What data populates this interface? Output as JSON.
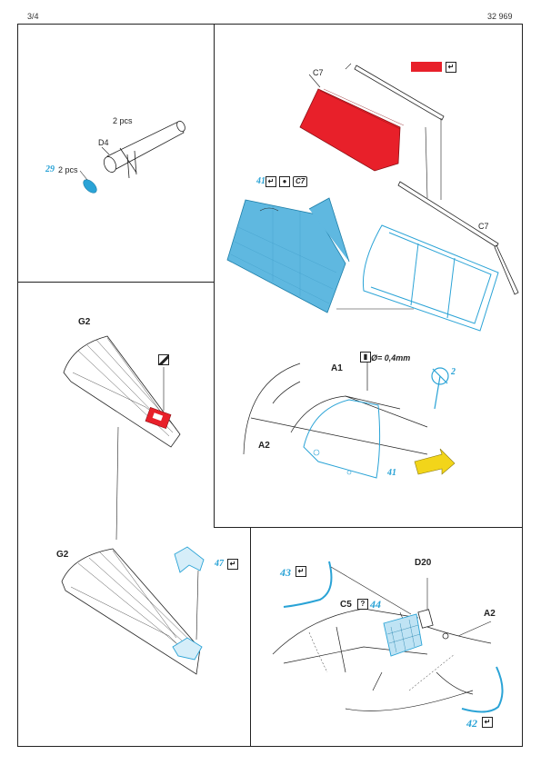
{
  "header": {
    "page_label": "3/4",
    "kit_number": "32 969"
  },
  "colors": {
    "etched_blue": "#2aa3d6",
    "red_part": "#e8202a",
    "frame": "#222222"
  },
  "panel_top_left": {
    "qty_upper": "2 pcs",
    "part_d4": "D4",
    "step_num": "29",
    "qty_lower": "2 pcs"
  },
  "panel_top_right": {
    "part_c7_top": "C7",
    "step_num": "41",
    "tag_c7": "C7",
    "part_c7_mid": "C7",
    "part_a1": "A1",
    "diameter_note": "Ø= 0,4mm",
    "step_num_2": "2",
    "part_a2": "A2",
    "step_num_41b": "41"
  },
  "panel_mid_left": {
    "part_g2": "G2"
  },
  "panel_bottom_left": {
    "part_g2": "G2",
    "step_num": "47"
  },
  "panel_bottom_right": {
    "step_num_43": "43",
    "part_d20": "D20",
    "part_c5": "C5",
    "step_num_44": "44",
    "part_a2": "A2",
    "step_num_42": "42"
  }
}
